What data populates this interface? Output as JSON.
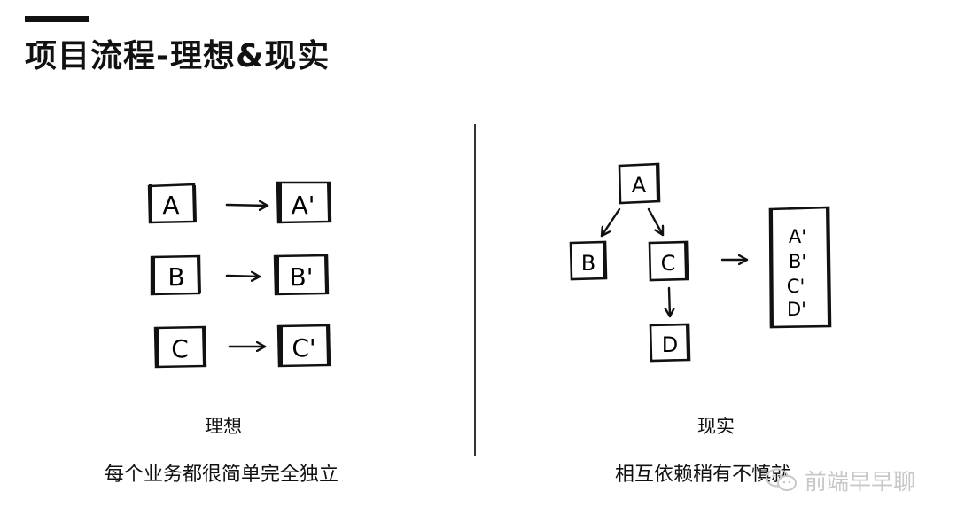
{
  "page": {
    "title": "项目流程-理想&现实"
  },
  "ideal": {
    "label": "理想",
    "caption": "每个业务都很简单完全独立",
    "pairs": [
      {
        "from": "A",
        "to": "A'"
      },
      {
        "from": "B",
        "to": "B'"
      },
      {
        "from": "C",
        "to": "C'"
      }
    ]
  },
  "reality": {
    "label": "现实",
    "caption": "相互依赖稍有不慎就",
    "nodes": {
      "a": "A",
      "b": "B",
      "c": "C",
      "d": "D"
    },
    "outputs": [
      "A'",
      "B'",
      "C'",
      "D'"
    ]
  },
  "watermark": {
    "text": "前端早早聊",
    "icon": "wechat-icon"
  }
}
